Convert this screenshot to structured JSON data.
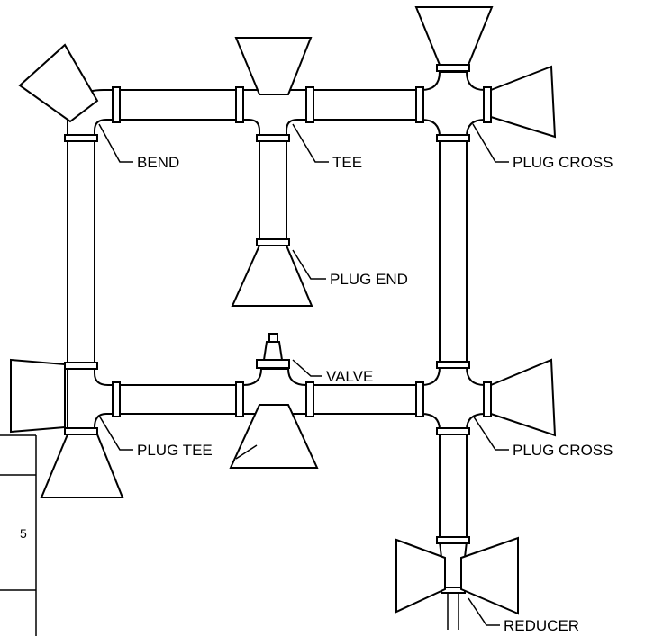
{
  "labels": {
    "bend": "BEND",
    "tee": "TEE",
    "plug_cross_top": "PLUG CROSS",
    "plug_end": "PLUG END",
    "valve": "VALVE",
    "plug_tee": "PLUG TEE",
    "plug_cross_bottom": "PLUG CROSS",
    "reducer": "REDUCER"
  },
  "table_fragment": {
    "cell_text": "5"
  }
}
